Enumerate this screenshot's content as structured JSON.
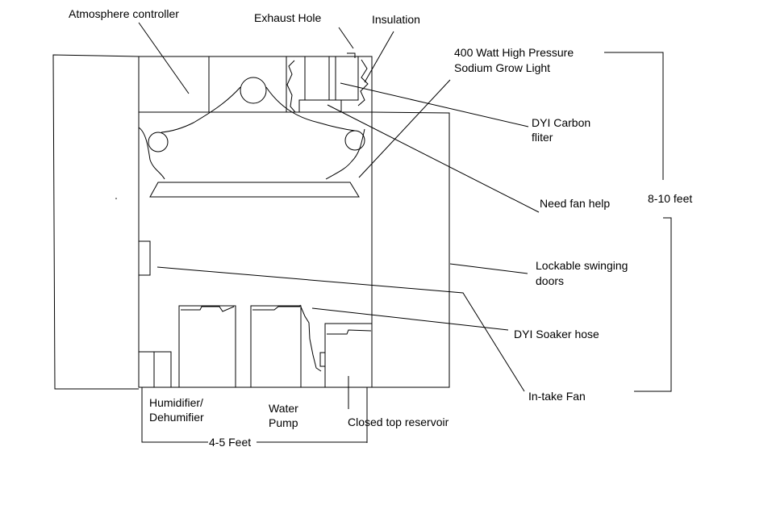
{
  "labels": {
    "atmosphere_controller": "Atmosphere controller",
    "exhaust_hole": "Exhaust Hole",
    "insulation": "Insulation",
    "grow_light_line1": "400 Watt High Pressure",
    "grow_light_line2": "Sodium Grow Light",
    "carbon_filter_line1": "DYI Carbon",
    "carbon_filter_line2": "fliter",
    "need_fan_help": "Need fan help",
    "height": "8-10 feet",
    "doors_line1": "Lockable swinging",
    "doors_line2": "doors",
    "soaker_hose": "DYI Soaker hose",
    "intake_fan": "In-take Fan",
    "humidifier_line1": "Humidifier/",
    "humidifier_line2": "Dehumifier",
    "water_pump_line1": "Water",
    "water_pump_line2": "Pump",
    "reservoir": "Closed top reservoir",
    "width": "4-5 Feet"
  },
  "colors": {
    "stroke": "#000000",
    "background": "#ffffff"
  }
}
